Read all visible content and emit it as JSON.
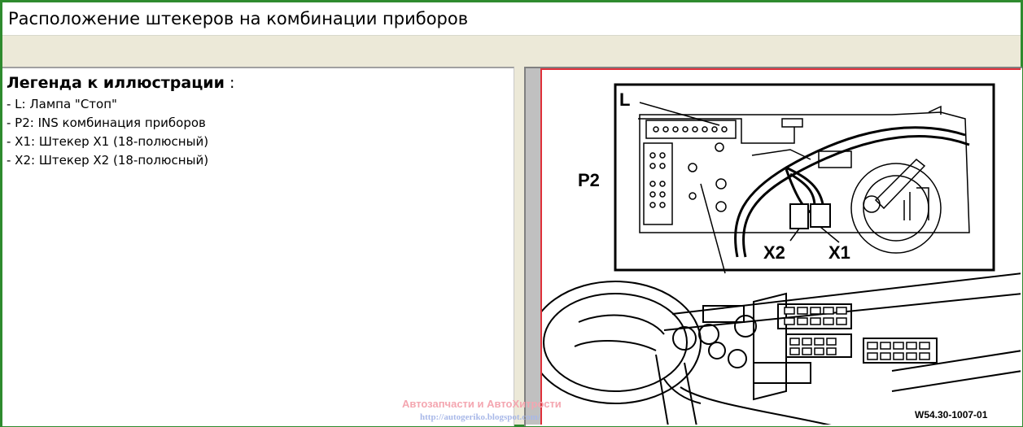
{
  "window": {
    "title": "Расположение штекеров на комбинации приборов"
  },
  "legend": {
    "heading": "Легенда к иллюстрации",
    "heading_suffix": " :",
    "items": [
      "- L: Лампа \"Стоп\"",
      "- P2: INS комбинация приборов",
      "- X1: Штекер X1 (18-полюсный)",
      "- X2: Штекер X2 (18-полюсный)"
    ]
  },
  "illustration": {
    "labels": {
      "l": "L",
      "p2": "P2",
      "x2": "X2",
      "x1": "X1"
    },
    "code": "W54.30-1007-01"
  },
  "watermark": {
    "line1": "Автозапчасти и АвтоХитрости",
    "line2": "http://autogeriko.blogspot.com/"
  },
  "colors": {
    "frame_border": "#2e8b2e",
    "toolbar_bg": "#ece9d8",
    "image_border": "#e0303a",
    "watermark_line1": "#f4a6b0",
    "watermark_line2": "#a8b8e8"
  }
}
